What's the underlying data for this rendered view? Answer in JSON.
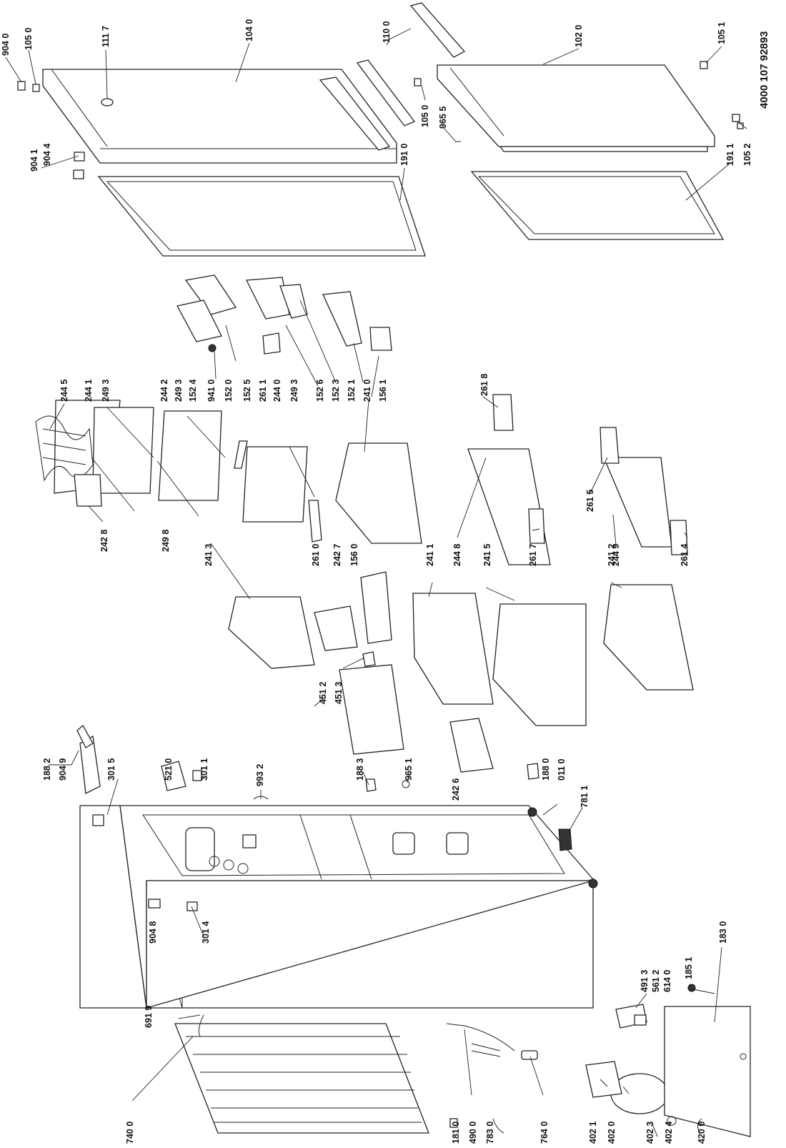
{
  "document_number": "4000 107 92893",
  "labels": {
    "l9040_top": "904 0",
    "l1050_top": "105 0",
    "l1117": "111 7",
    "l1040": "104 0",
    "l1100": "110 0",
    "l1020": "102 0",
    "l1051": "105 1",
    "l9041": "904 1",
    "l9044": "904 4",
    "l1910": "191 0",
    "l1050_mid": "105 0",
    "l9655": "965 5",
    "l1911": "191 1",
    "l1052": "105 2",
    "l2445": "244 5",
    "l2441": "244 1",
    "l2493_a": "249 3",
    "l2442": "244 2",
    "l2493_b": "249 3",
    "l1524": "152 4",
    "l9410": "941 0",
    "l1520": "152 0",
    "l1525": "152 5",
    "l2611": "261 1",
    "l2440": "244 0",
    "l2493_c": "249 3",
    "l1526": "152 6",
    "l1523": "152 3",
    "l1521": "152 1",
    "l2410": "241 0",
    "l1561": "156 1",
    "l2618": "261 8",
    "l2428": "242 8",
    "l2498": "249 8",
    "l2413": "241 3",
    "l2610": "261 0",
    "l2427": "242 7",
    "l1560": "156 0",
    "l2411": "241 1",
    "l2415": "241 5",
    "l2448": "244 8",
    "l2617": "261 7",
    "l2615": "261 5",
    "l2412": "241 2",
    "l2449": "244 9",
    "l2614": "261 4",
    "l4512": "451 2",
    "l4513": "451 3",
    "l1882": "188 2",
    "l9049": "904 9",
    "l3015": "301 5",
    "l5210": "521 0",
    "l3011": "301 1",
    "l9932": "993 2",
    "l1883": "188 3",
    "l9651": "965 1",
    "l2426": "242 6",
    "l1880": "188 0",
    "l0110": "011 0",
    "l7811": "781 1",
    "l9048": "904 8",
    "l3014": "301 4",
    "l4913": "491 3",
    "l5612": "561 2",
    "l6140": "614 0",
    "l1851": "185 1",
    "l1830": "183 0",
    "l6919": "691 9",
    "l7400": "740 0",
    "l1810": "181 0",
    "l4900": "490 0",
    "l7830": "783 0",
    "l7640": "764 0",
    "l4021": "402 1",
    "l4020": "402 0",
    "l4023": "402 3",
    "l4024": "402 4",
    "l4200": "420 0"
  }
}
